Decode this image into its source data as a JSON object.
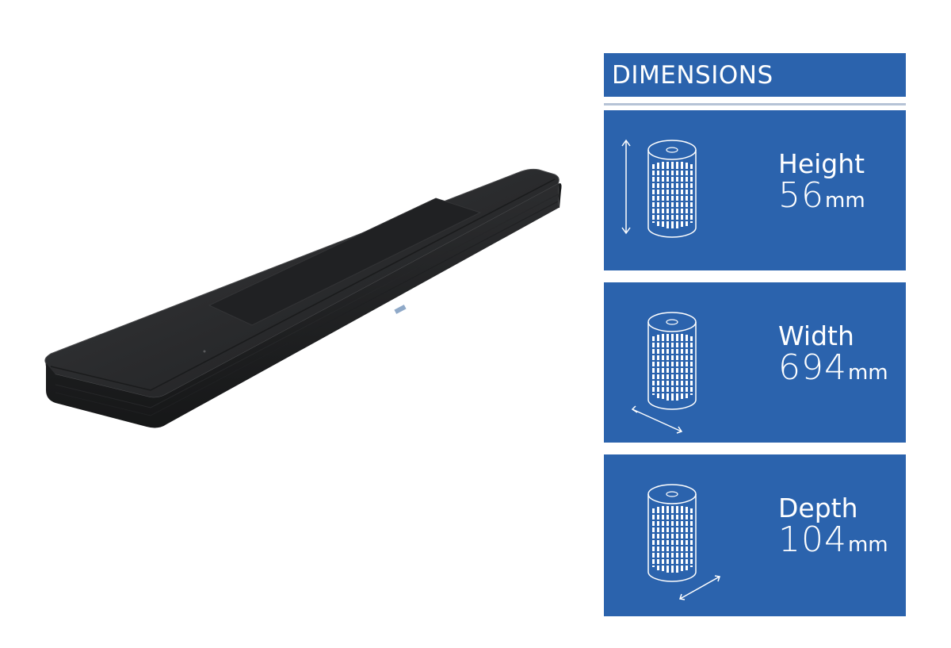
{
  "product": {
    "image_name": "bose-smart-soundbar-black"
  },
  "dimensions": {
    "title": "DIMENSIONS",
    "colors": {
      "panel": "#2b63ad",
      "rule": "#b6c3d6",
      "text": "#ffffff"
    },
    "items": [
      {
        "label": "Height",
        "value": "56",
        "unit": "mm",
        "icon": "cylinder-height-icon"
      },
      {
        "label": "Width",
        "value": "694",
        "unit": "mm",
        "icon": "cylinder-width-icon"
      },
      {
        "label": "Depth",
        "value": "104",
        "unit": "mm",
        "icon": "cylinder-depth-icon"
      }
    ]
  }
}
